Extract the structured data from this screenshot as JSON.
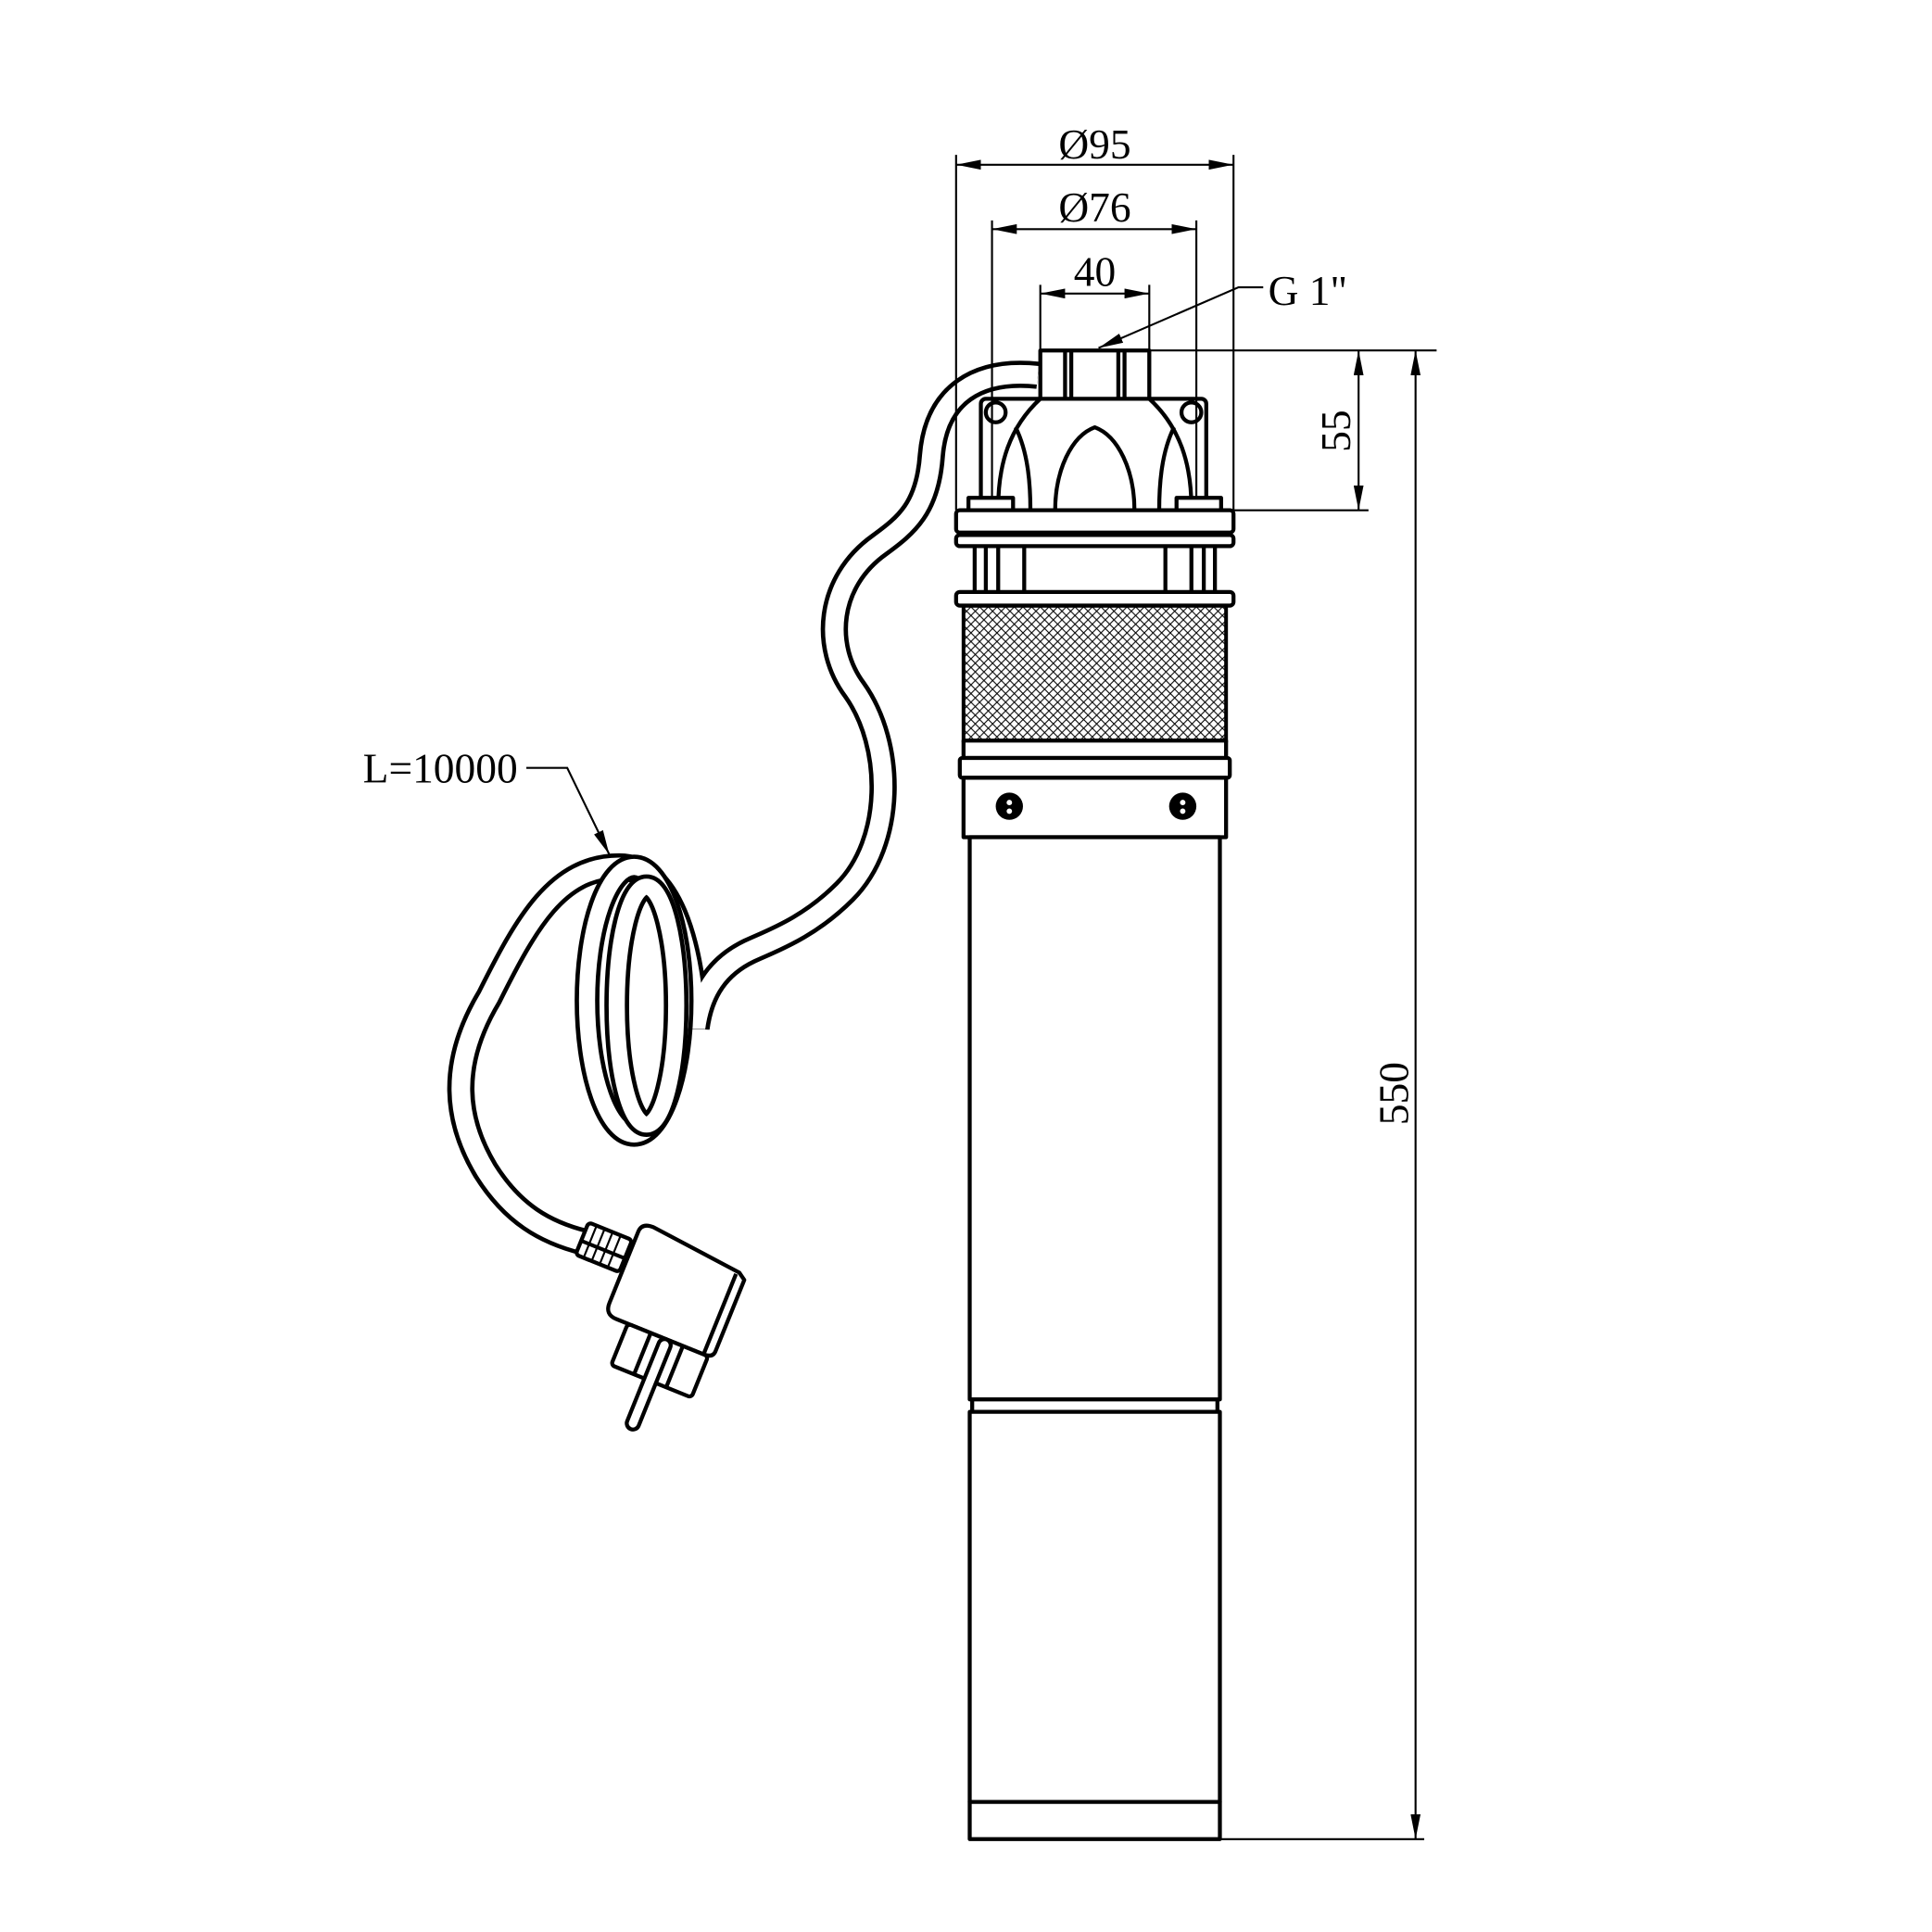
{
  "drawing": {
    "dimensions": {
      "outer_diameter": "Ø95",
      "inner_diameter": "Ø76",
      "outlet_width": "40",
      "thread": "G 1\"",
      "head_height": "55",
      "total_length": "550",
      "cable_length": "L=10000"
    },
    "colors": {
      "line": "#000000",
      "background": "#ffffff"
    }
  }
}
